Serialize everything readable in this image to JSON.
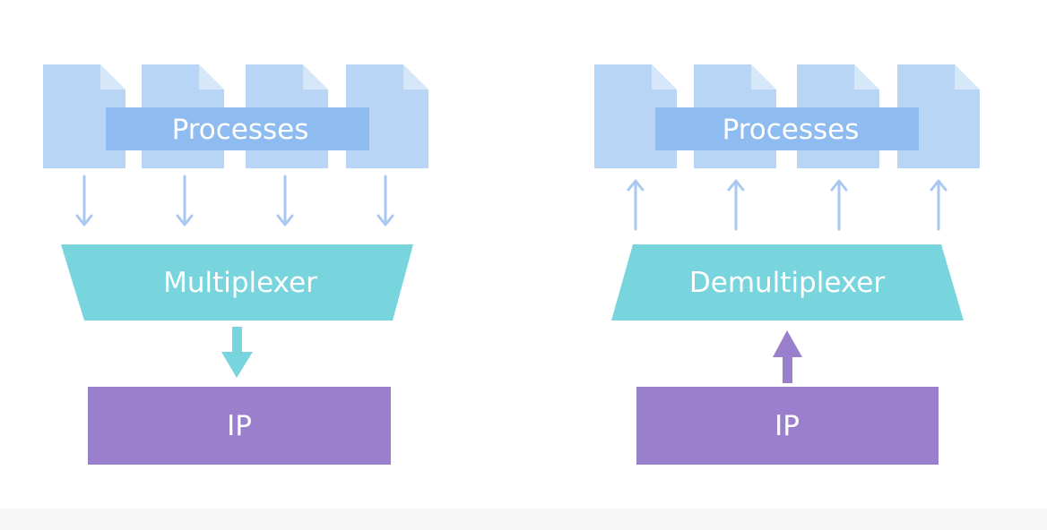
{
  "colors": {
    "page": "#ffffff",
    "file": "#b9d5f6",
    "file_fold": "#d7e7fa",
    "processes_bar": "#8fbcf0",
    "flow_arrow": "#a7c9f0",
    "mux": "#78d5dd",
    "ip": "#9a80cc",
    "label": "#ffffff"
  },
  "left_panel": {
    "processes_label": "Processes",
    "file_count": 4,
    "flow_direction": "down",
    "stage_label": "Multiplexer",
    "ip_label": "IP"
  },
  "right_panel": {
    "processes_label": "Processes",
    "file_count": 4,
    "flow_direction": "up",
    "stage_label": "Demultiplexer",
    "ip_label": "IP"
  }
}
